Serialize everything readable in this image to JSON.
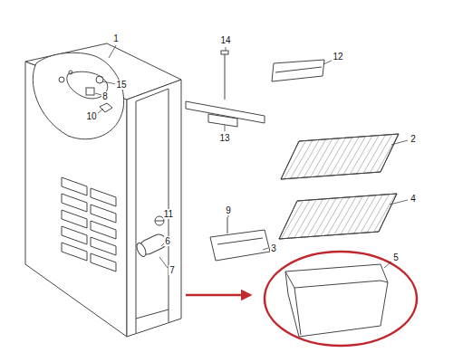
{
  "diagram": {
    "labels": [
      "1",
      "14",
      "12",
      "15",
      "8",
      "10",
      "13",
      "2",
      "4",
      "11",
      "9",
      "6",
      "7",
      "3",
      "5"
    ]
  }
}
